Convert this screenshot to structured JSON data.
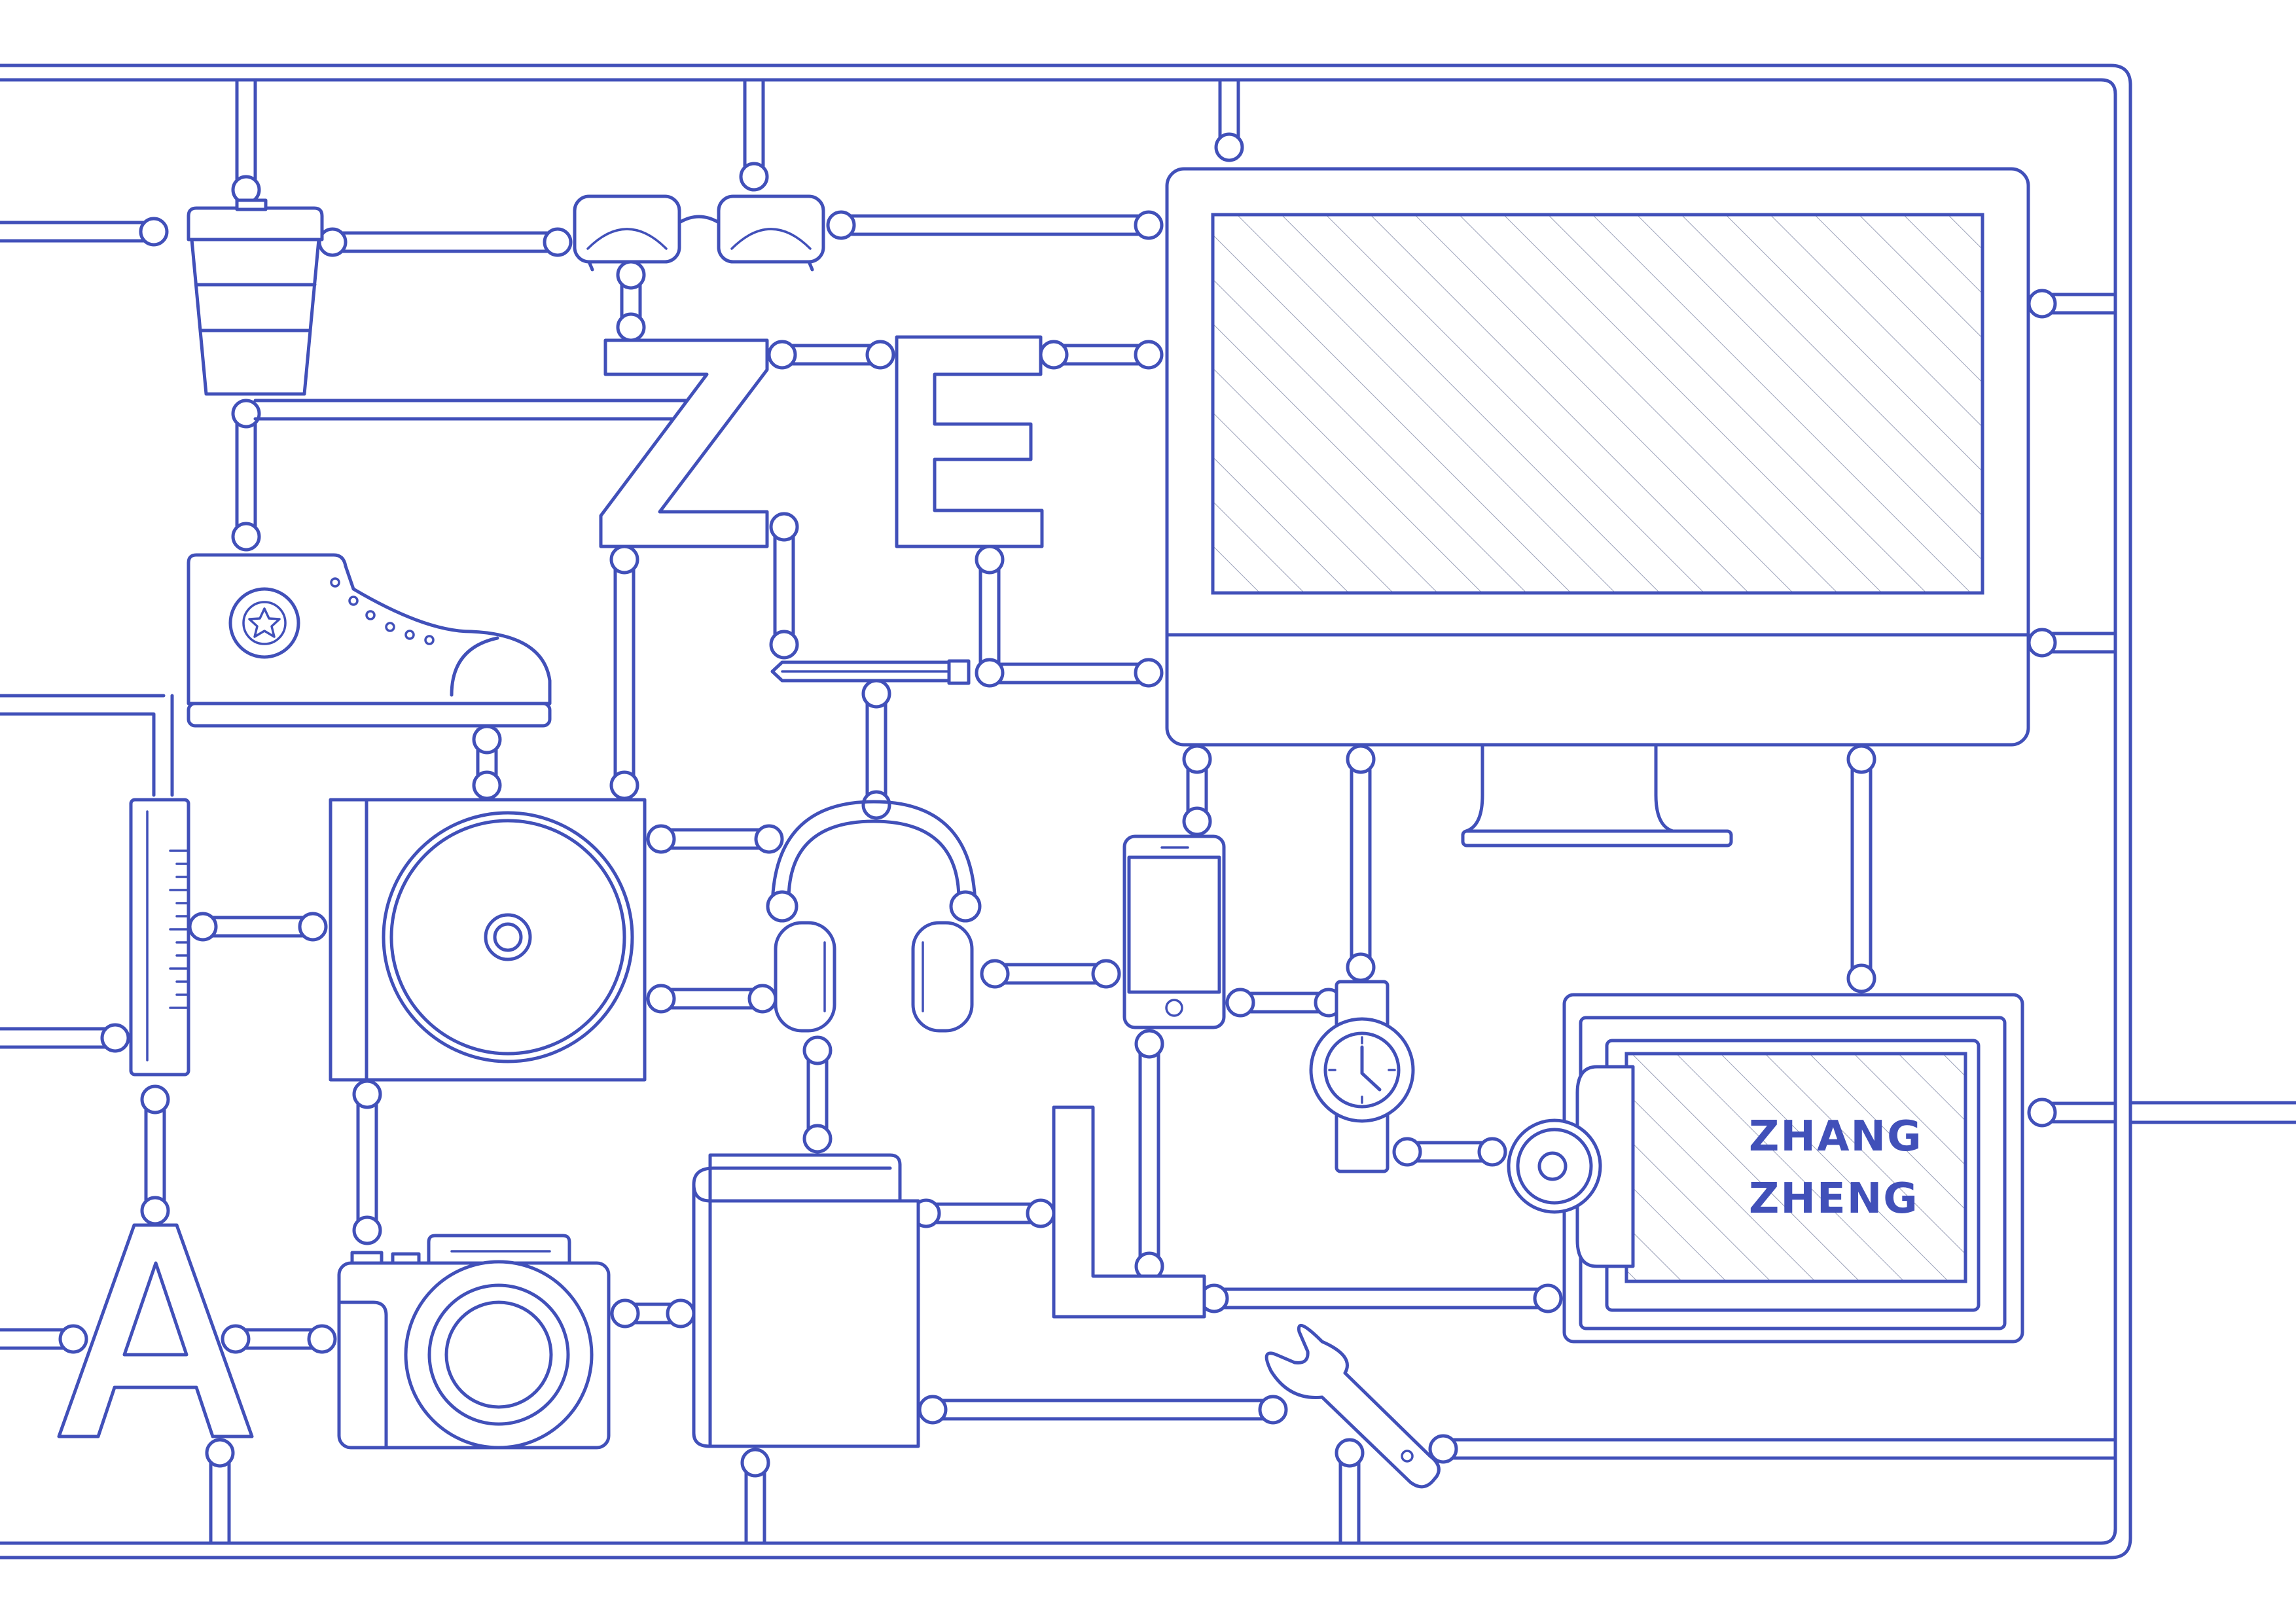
{
  "ink_color": "#4150b9",
  "background_color": "#ffffff",
  "clipboard_text": {
    "line1": "ZHANG",
    "line2": "ZHENG"
  },
  "letters_depicted": [
    "Z",
    "E",
    "L",
    "A"
  ],
  "parts": [
    "coffee-cup-icon",
    "glasses-icon",
    "sneaker-icon",
    "ruler-icon",
    "vinyl-record-icon",
    "headphones-icon",
    "smartphone-icon",
    "wristwatch-icon",
    "camera-icon",
    "book-icon",
    "pencil-icon",
    "wrench-icon",
    "monitor-icon",
    "clipboard-icon"
  ]
}
